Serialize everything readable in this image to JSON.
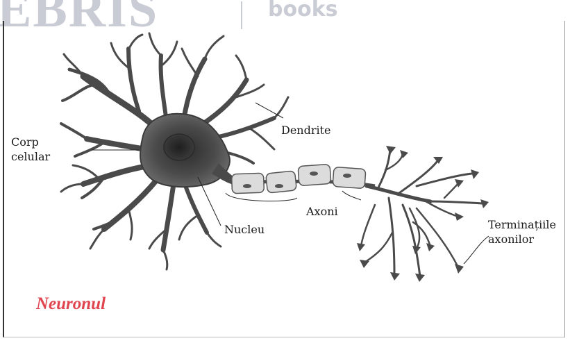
{
  "watermark": {
    "brand": "EBRIS",
    "suffix": "books"
  },
  "title": "Neuronul",
  "labels": {
    "corp": "Corp\ncelular",
    "dendrite": "Dendrite",
    "axoni": "Axoni",
    "nucleu": "Nucleu",
    "terminatii": "Terminațiile\naxonilor"
  },
  "colors": {
    "title": "#e0454e",
    "neuron": "#4a4a4a",
    "myelin": "#d9d9d9",
    "watermark": "#c9ccd4"
  }
}
